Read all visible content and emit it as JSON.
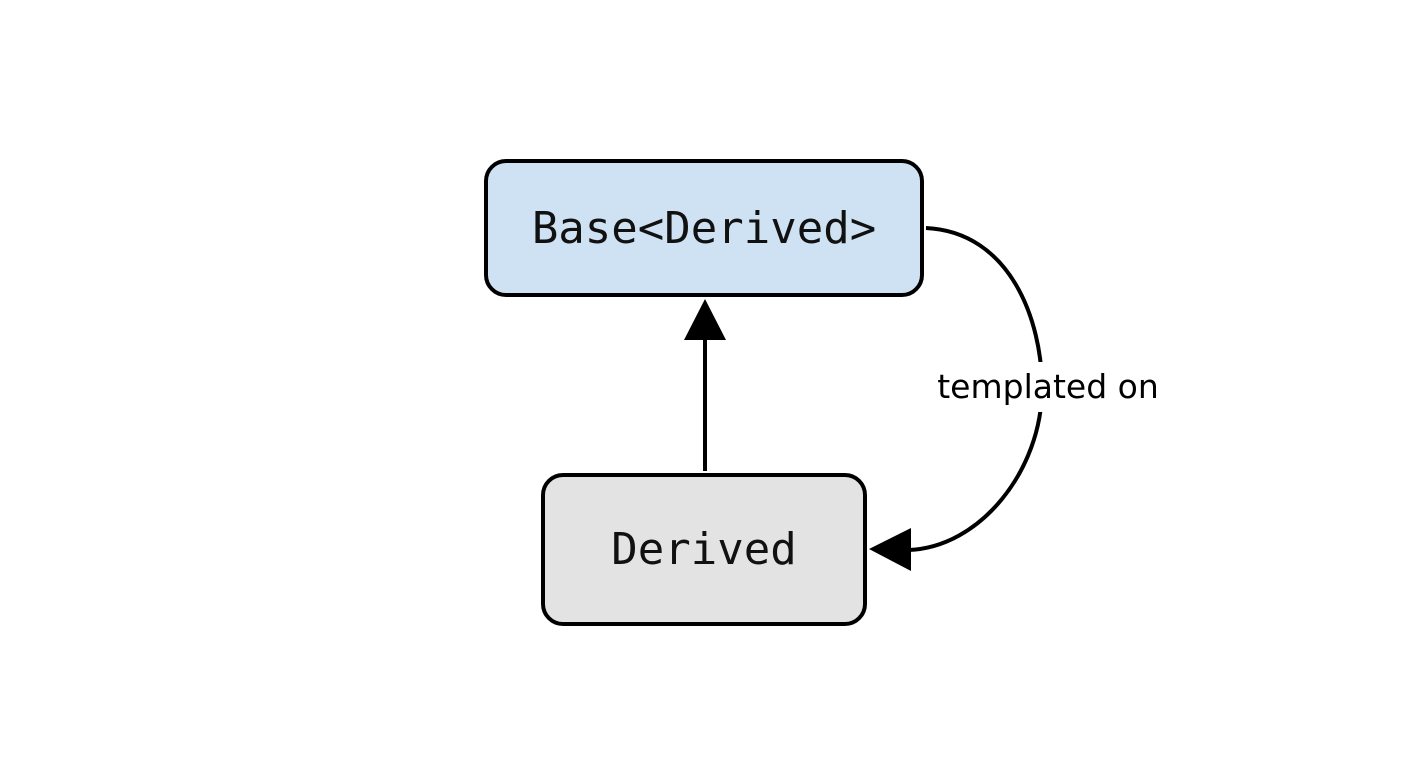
{
  "diagram": {
    "nodes": {
      "base": {
        "label": "Base<Derived>",
        "fill": "#cfe2f3"
      },
      "derived": {
        "label": "Derived",
        "fill": "#e3e3e3"
      }
    },
    "edges": {
      "inherits": {
        "from": "derived",
        "to": "base",
        "label": ""
      },
      "templated": {
        "from": "base",
        "to": "derived",
        "label": "templated on"
      }
    },
    "stroke_color": "#000000"
  }
}
